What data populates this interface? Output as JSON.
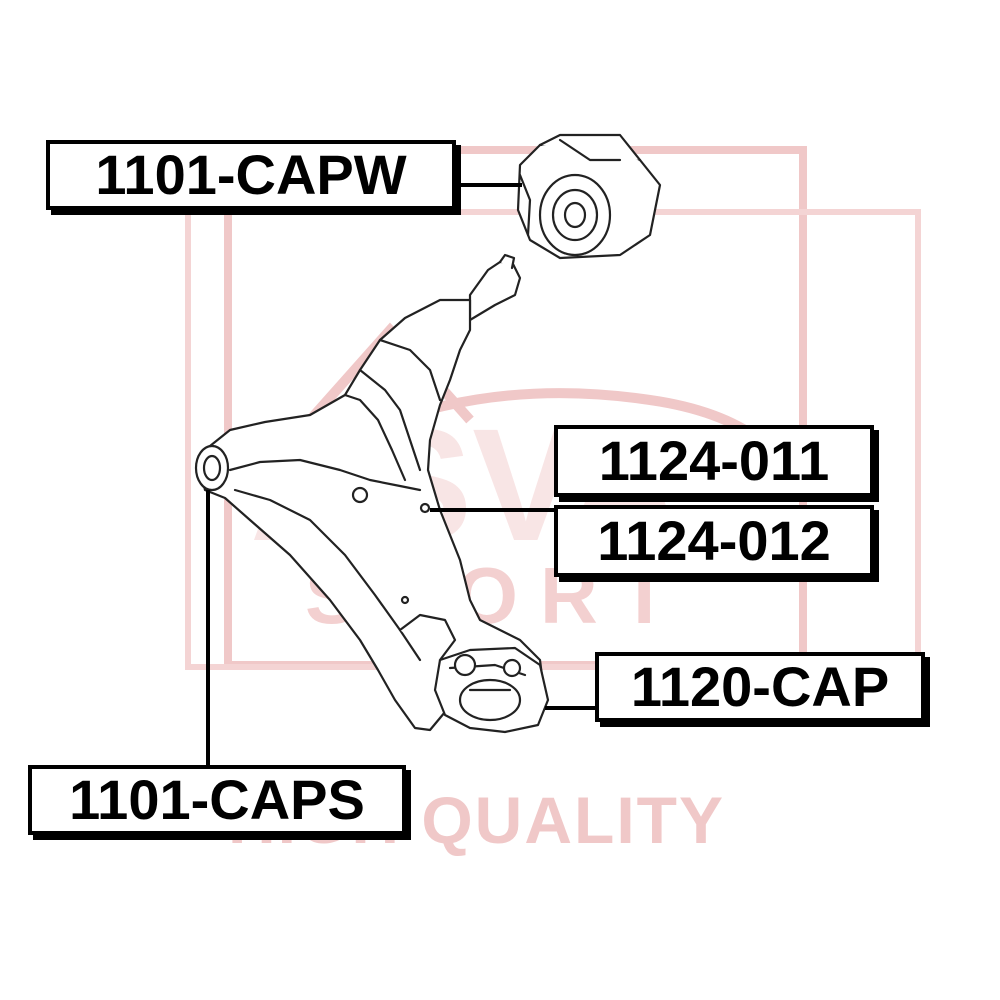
{
  "watermark": {
    "tagline": "HIGH QUALITY",
    "brand_small": "SPORT",
    "color": "#f0c8c8"
  },
  "part_labels": {
    "bushing_rear": "1101-CAPW",
    "arm_left": "1124-011",
    "arm_right": "1124-012",
    "ball_joint": "1120-CAP",
    "bushing_front": "1101-CAPS"
  },
  "colors": {
    "line": "#000000",
    "watermark": "#f0c8c8",
    "background": "#ffffff"
  }
}
